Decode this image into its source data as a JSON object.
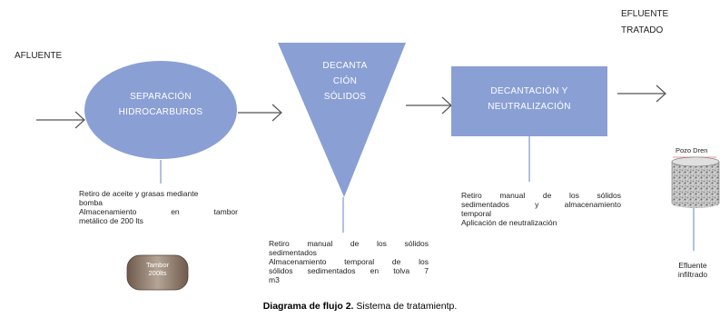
{
  "labels": {
    "inflow": "AFLUENTE",
    "outflow_line1": "EFLUENTE",
    "outflow_line2": "TRATADO"
  },
  "stages": {
    "separation": {
      "line1": "SEPARACIÓN",
      "line2": "HIDROCARBUROS"
    },
    "settling_solids": {
      "line1": "DECANTA",
      "line2": "CIÓN",
      "line3": "SÓLIDOS"
    },
    "settling_neutral": {
      "line1": "DECANTACIÓN Y",
      "line2": "NEUTRALIZACIÓN"
    }
  },
  "notes": {
    "separation": {
      "line1": "Retiro de aceite y grasas mediante",
      "line2": "bomba",
      "line3": "Almacenamiento en tambor",
      "line4": "metálico de 200 lts"
    },
    "settling_solids": {
      "line1": "Retiro manual de los sólidos",
      "line2": "sedimentados",
      "line3": "Almacenamiento temporal de los",
      "line4": "sólidos sedimentados en tolva 7",
      "line5": "m3"
    },
    "settling_neutral": {
      "line1": "Retiro manual de los sólidos",
      "line2": "sedimentados y almacenamiento",
      "line3": "temporal",
      "line4": "Aplicación de neutralización"
    }
  },
  "drum": {
    "line1": "Tambor",
    "line2": "200lts"
  },
  "drain_well": {
    "label": "Pozo Dren"
  },
  "infiltrated": {
    "line1": "Efluente",
    "line2": "infiltrado"
  },
  "caption": {
    "bold": "Diagrama de flujo 2.",
    "rest": " Sistema de tratamientp."
  },
  "colors": {
    "shape_fill": "#8a9fd4",
    "arrow": "#555555",
    "connector": "#8a9fd4"
  }
}
